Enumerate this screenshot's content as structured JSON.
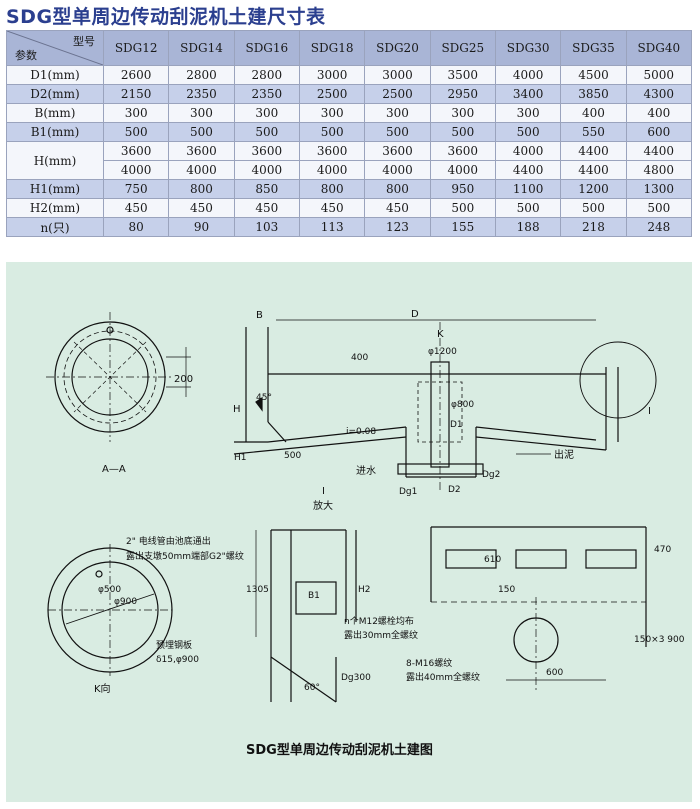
{
  "title": "SDG型单周边传动刮泥机土建尺寸表",
  "table": {
    "corner_top": "型号",
    "corner_bottom": "参数",
    "models": [
      "SDG12",
      "SDG14",
      "SDG16",
      "SDG18",
      "SDG20",
      "SDG25",
      "SDG30",
      "SDG35",
      "SDG40"
    ],
    "rows": [
      {
        "param": "D1(mm)",
        "values": [
          "2600",
          "2800",
          "2800",
          "3000",
          "3000",
          "3500",
          "4000",
          "4500",
          "5000"
        ]
      },
      {
        "param": "D2(mm)",
        "values": [
          "2150",
          "2350",
          "2350",
          "2500",
          "2500",
          "2950",
          "3400",
          "3850",
          "4300"
        ]
      },
      {
        "param": "B(mm)",
        "values": [
          "300",
          "300",
          "300",
          "300",
          "300",
          "300",
          "300",
          "400",
          "400"
        ]
      },
      {
        "param": "B1(mm)",
        "values": [
          "500",
          "500",
          "500",
          "500",
          "500",
          "500",
          "500",
          "550",
          "600"
        ]
      },
      {
        "param": "H(mm)",
        "values": [
          "3600",
          "3600",
          "3600",
          "3600",
          "3600",
          "3600",
          "4000",
          "4400",
          "4400"
        ],
        "values2": [
          "4000",
          "4000",
          "4000",
          "4000",
          "4000",
          "4000",
          "4400",
          "4400",
          "4800"
        ]
      },
      {
        "param": "H1(mm)",
        "values": [
          "750",
          "800",
          "850",
          "800",
          "800",
          "950",
          "1100",
          "1200",
          "1300"
        ]
      },
      {
        "param": "H2(mm)",
        "values": [
          "450",
          "450",
          "450",
          "450",
          "450",
          "500",
          "500",
          "500",
          "500"
        ]
      },
      {
        "param": "n(只)",
        "values": [
          "80",
          "90",
          "103",
          "113",
          "123",
          "155",
          "188",
          "218",
          "248"
        ]
      }
    ]
  },
  "drawing": {
    "caption": "SDG型单周边传动刮泥机土建图",
    "labels": {
      "aa": "A—A",
      "dim200": "200",
      "B": "B",
      "D": "D",
      "K": "K",
      "dim400": "400",
      "phi1200": "φ1200",
      "H": "H",
      "angle45": "45°",
      "phi800": "φ800",
      "D1": "D1",
      "I": "I",
      "slope": "i=0.08",
      "H1": "H1",
      "dim500": "500",
      "inlet": "进水",
      "outlet": "出泥",
      "Dg1": "Dg1",
      "D2": "D2",
      "Dg2": "Dg2",
      "detail_I": "I",
      "detail_scale": "放大",
      "cable_note1": "2\" 电线管由池底通出",
      "cable_note2": "露出支墩50mm端部G2\"螺纹",
      "phi500": "φ500",
      "phi900": "φ900",
      "plate_note1": "预埋钢板",
      "plate_note2": "δ15,φ900",
      "kview": "K向",
      "dim1305": "1305",
      "B1": "B1",
      "H2": "H2",
      "bolt_note1": "n个M12螺栓均布",
      "bolt_note2": "露出30mm全螺纹",
      "angle60": "60°",
      "Dg300": "Dg300",
      "dim610": "610",
      "dim470": "470",
      "dim150": "150",
      "dim150x3": "150×3 900",
      "m16_note1": "8-M16螺纹",
      "m16_note2": "露出40mm全螺纹",
      "dim600": "600"
    }
  },
  "colors": {
    "title": "#2b3f8f",
    "header_bg": "#a9b5d6",
    "row_blue": "#c6d0ea",
    "row_white": "#f4f6fb",
    "drawing_bg": "#d9ece2"
  }
}
